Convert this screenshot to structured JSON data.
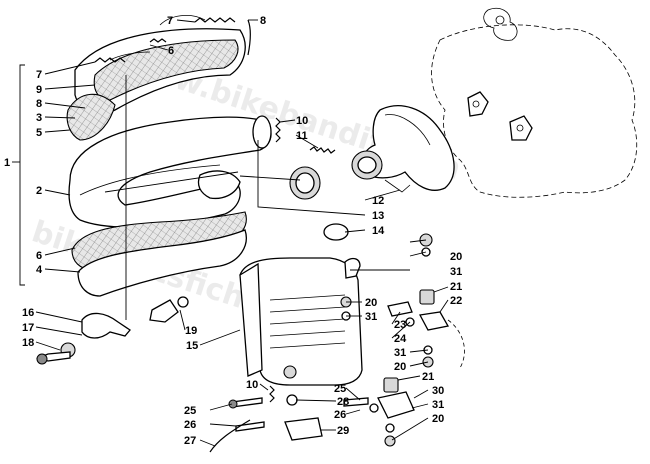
{
  "watermark": {
    "line1": "www.bikebandit.com",
    "line2": "bikepartsfiche.com"
  },
  "callouts": [
    {
      "id": "c7a",
      "text": "7"
    },
    {
      "id": "c8a",
      "text": "8"
    },
    {
      "id": "c6a",
      "text": "6"
    },
    {
      "id": "c7b",
      "text": "7"
    },
    {
      "id": "c9",
      "text": "9"
    },
    {
      "id": "c8b",
      "text": "8"
    },
    {
      "id": "c3",
      "text": "3"
    },
    {
      "id": "c5",
      "text": "5"
    },
    {
      "id": "c1",
      "text": "1"
    },
    {
      "id": "c2",
      "text": "2"
    },
    {
      "id": "c6b",
      "text": "6"
    },
    {
      "id": "c4",
      "text": "4"
    },
    {
      "id": "c10a",
      "text": "10"
    },
    {
      "id": "c11",
      "text": "11"
    },
    {
      "id": "c12",
      "text": "12"
    },
    {
      "id": "c13",
      "text": "13"
    },
    {
      "id": "c14",
      "text": "14"
    },
    {
      "id": "c20a",
      "text": "20"
    },
    {
      "id": "c31a",
      "text": "31"
    },
    {
      "id": "c21a",
      "text": "21"
    },
    {
      "id": "c22",
      "text": "22"
    },
    {
      "id": "c20b",
      "text": "20"
    },
    {
      "id": "c31b",
      "text": "31"
    },
    {
      "id": "c23",
      "text": "23"
    },
    {
      "id": "c24",
      "text": "24"
    },
    {
      "id": "c31c",
      "text": "31"
    },
    {
      "id": "c20c",
      "text": "20"
    },
    {
      "id": "c16",
      "text": "16"
    },
    {
      "id": "c17",
      "text": "17"
    },
    {
      "id": "c18",
      "text": "18"
    },
    {
      "id": "c19",
      "text": "19"
    },
    {
      "id": "c15",
      "text": "15"
    },
    {
      "id": "c10b",
      "text": "10"
    },
    {
      "id": "c21b",
      "text": "21"
    },
    {
      "id": "c25a",
      "text": "25"
    },
    {
      "id": "c30",
      "text": "30"
    },
    {
      "id": "c28",
      "text": "28"
    },
    {
      "id": "c31d",
      "text": "31"
    },
    {
      "id": "c25b",
      "text": "25"
    },
    {
      "id": "c26a",
      "text": "26"
    },
    {
      "id": "c26b",
      "text": "26"
    },
    {
      "id": "c20d",
      "text": "20"
    },
    {
      "id": "c29",
      "text": "29"
    },
    {
      "id": "c27",
      "text": "27"
    }
  ]
}
